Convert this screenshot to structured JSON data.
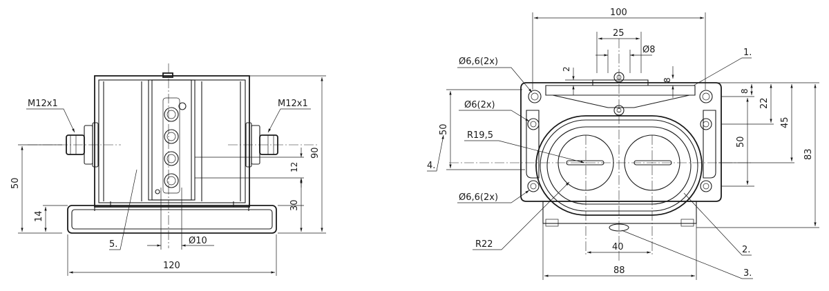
{
  "left_view": {
    "thread_left": "M12x1",
    "thread_right": "M12x1",
    "dim_50": "50",
    "dim_14": "14",
    "dim_120": "120",
    "dim_90": "90",
    "dim_30": "30",
    "dim_12": "12",
    "dim_d10": "Ø10",
    "callout_5": "5."
  },
  "right_view": {
    "dim_100": "100",
    "dim_25": "25",
    "dim_d8": "Ø8",
    "dim_2": "2",
    "dim_8_top": "8",
    "dim_8_right": "8",
    "dim_22": "22",
    "dim_45": "45",
    "dim_83": "83",
    "dim_50_right": "50",
    "dim_50_left": "50",
    "hole_top": "Ø6,6(2x)",
    "hole_mid": "Ø6(2x)",
    "hole_bottom": "Ø6,6(2x)",
    "radius_r195": "R19,5",
    "radius_r22": "R22",
    "dim_40": "40",
    "dim_88": "88",
    "callout_1": "1.",
    "callout_2": "2.",
    "callout_3": "3.",
    "callout_4": "4."
  }
}
